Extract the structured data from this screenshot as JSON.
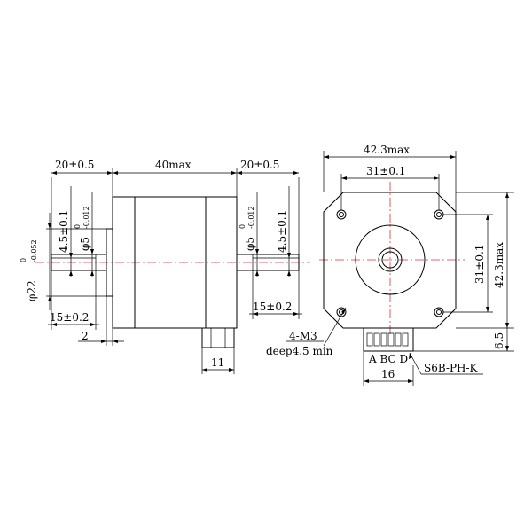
{
  "side_view": {
    "left_shaft_length": "20±0.5",
    "body_length": "40max",
    "right_shaft_length": "20±0.5",
    "left_shaft_flat": "4.5±0.1",
    "left_shaft_dia": "φ5",
    "left_shaft_dia_tol_upper": "0",
    "left_shaft_dia_tol_lower": "-0.012",
    "boss_dia": "φ22",
    "boss_dia_tol_upper": "0",
    "boss_dia_tol_lower": "-0.052",
    "right_shaft_dia": "φ5",
    "right_shaft_dia_tol_upper": "0",
    "right_shaft_dia_tol_lower": "-0.012",
    "right_shaft_flat": "4.5±0.1",
    "left_flat_length": "15±0.2",
    "right_flat_length": "15±0.2",
    "boss_height": "2",
    "connector_width": "11"
  },
  "front_view": {
    "overall_width": "42.3max",
    "hole_spacing_h": "31±0.1",
    "hole_spacing_v": "31±0.1",
    "overall_height": "42.3max",
    "mount_holes": "4-M3",
    "mount_depth": "deep4.5 min",
    "connector_pins": "A  BC  D",
    "connector_type": "S6B-PH-K",
    "connector_offset": "6.5",
    "connector_width": "16"
  }
}
